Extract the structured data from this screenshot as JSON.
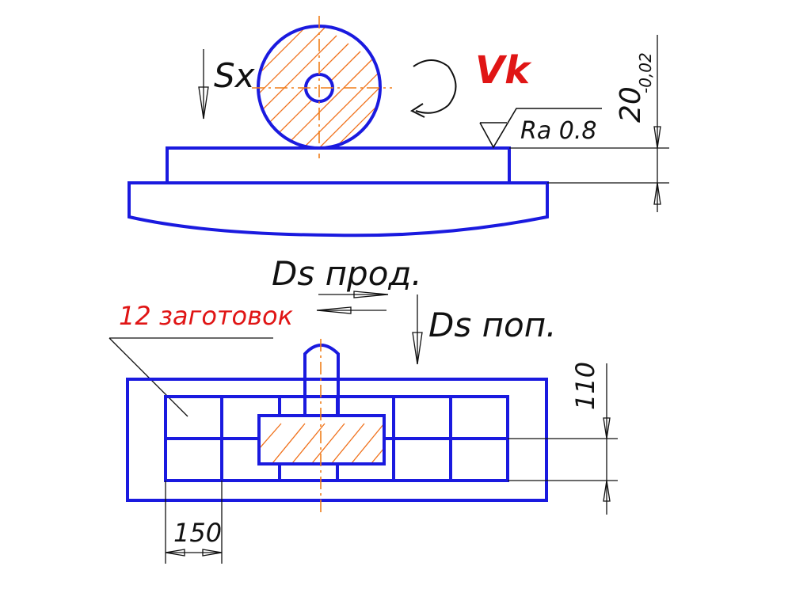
{
  "labels": {
    "sx": "Sx",
    "vk": "Vk",
    "roughness": "Ra 0.8",
    "thickness_dim": "20",
    "thickness_tol": "-0,02",
    "ds_prod": "Ds прод.",
    "ds_pop": "Ds поп.",
    "blanks_count": "12 заготовок",
    "height_dim": "110",
    "width_dim": "150"
  },
  "colors": {
    "part": "#1a1adf",
    "axis": "#f07f1a",
    "hatch": "#f0701a",
    "accent": "#e01515",
    "line": "#111111"
  },
  "icons": {
    "feed_arrow": "down-arrow-icon",
    "rotation": "clockwise-arrow-icon",
    "roughness": "roughness-symbol-icon"
  }
}
